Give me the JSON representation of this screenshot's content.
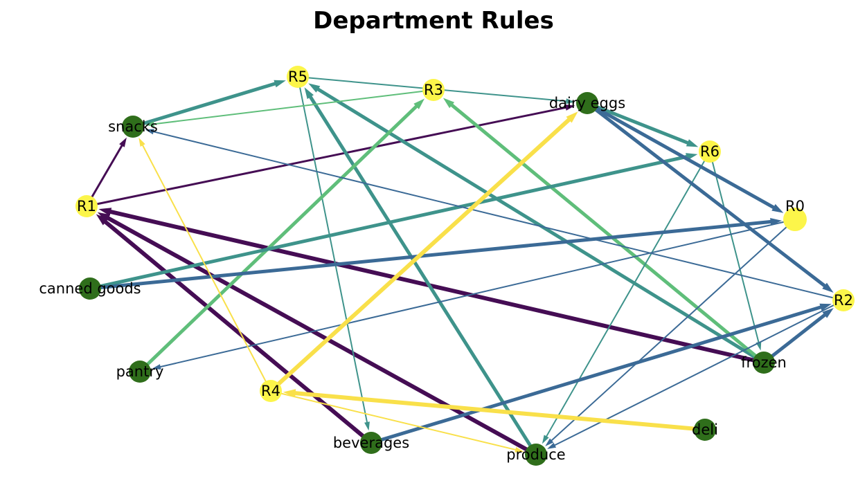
{
  "title": "Department Rules",
  "colors": {
    "item_node": "#2f6e1b",
    "rule_node": "#fcf54a",
    "edge_palette": [
      "#450d54",
      "#3b6a96",
      "#3e938b",
      "#5fbe7a",
      "#f9e04a"
    ]
  },
  "nodes": [
    {
      "id": "snacks",
      "label": "snacks",
      "kind": "item"
    },
    {
      "id": "R1",
      "label": "R1",
      "kind": "rule"
    },
    {
      "id": "canned goods",
      "label": "canned goods",
      "kind": "item"
    },
    {
      "id": "pantry",
      "label": "pantry",
      "kind": "item"
    },
    {
      "id": "R4",
      "label": "R4",
      "kind": "rule"
    },
    {
      "id": "beverages",
      "label": "beverages",
      "kind": "item"
    },
    {
      "id": "produce",
      "label": "produce",
      "kind": "item"
    },
    {
      "id": "deli",
      "label": "deli",
      "kind": "item"
    },
    {
      "id": "frozen",
      "label": "frozen",
      "kind": "item"
    },
    {
      "id": "R2",
      "label": "R2",
      "kind": "rule"
    },
    {
      "id": "R0",
      "label": "R0",
      "kind": "rule"
    },
    {
      "id": "R6",
      "label": "R6",
      "kind": "rule"
    },
    {
      "id": "dairy eggs",
      "label": "dairy eggs",
      "kind": "item"
    },
    {
      "id": "R3",
      "label": "R3",
      "kind": "rule"
    },
    {
      "id": "R5",
      "label": "R5",
      "kind": "rule"
    }
  ],
  "edges": [
    {
      "from": "R1",
      "to": "snacks",
      "weight": 3,
      "color": "#450d54"
    },
    {
      "from": "R1",
      "to": "dairy eggs",
      "weight": 3,
      "color": "#450d54"
    },
    {
      "from": "frozen",
      "to": "R1",
      "weight": 6,
      "color": "#450d54"
    },
    {
      "from": "beverages",
      "to": "R1",
      "weight": 6,
      "color": "#450d54"
    },
    {
      "from": "produce",
      "to": "R1",
      "weight": 6,
      "color": "#450d54"
    },
    {
      "from": "snacks",
      "to": "R5",
      "weight": 5,
      "color": "#3e938b"
    },
    {
      "from": "R5",
      "to": "beverages",
      "weight": 2,
      "color": "#3e938b"
    },
    {
      "from": "R5",
      "to": "dairy eggs",
      "weight": 2,
      "color": "#3e938b"
    },
    {
      "from": "frozen",
      "to": "R5",
      "weight": 5,
      "color": "#3e938b"
    },
    {
      "from": "produce",
      "to": "R5",
      "weight": 5,
      "color": "#3e938b"
    },
    {
      "from": "R3",
      "to": "snacks",
      "weight": 2,
      "color": "#5fbe7a"
    },
    {
      "from": "pantry",
      "to": "R3",
      "weight": 5,
      "color": "#5fbe7a"
    },
    {
      "from": "frozen",
      "to": "R3",
      "weight": 5,
      "color": "#5fbe7a"
    },
    {
      "from": "dairy eggs",
      "to": "R6",
      "weight": 5,
      "color": "#3e938b"
    },
    {
      "from": "canned goods",
      "to": "R6",
      "weight": 5,
      "color": "#3e938b"
    },
    {
      "from": "R6",
      "to": "frozen",
      "weight": 2,
      "color": "#3e938b"
    },
    {
      "from": "R6",
      "to": "produce",
      "weight": 2,
      "color": "#3e938b"
    },
    {
      "from": "dairy eggs",
      "to": "R0",
      "weight": 5,
      "color": "#3b6a96"
    },
    {
      "from": "canned goods",
      "to": "R0",
      "weight": 5,
      "color": "#3b6a96"
    },
    {
      "from": "R0",
      "to": "pantry",
      "weight": 2,
      "color": "#3b6a96"
    },
    {
      "from": "R0",
      "to": "produce",
      "weight": 2,
      "color": "#3b6a96"
    },
    {
      "from": "dairy eggs",
      "to": "R2",
      "weight": 5,
      "color": "#3b6a96"
    },
    {
      "from": "frozen",
      "to": "R2",
      "weight": 5,
      "color": "#3b6a96"
    },
    {
      "from": "beverages",
      "to": "R2",
      "weight": 5,
      "color": "#3b6a96"
    },
    {
      "from": "R2",
      "to": "snacks",
      "weight": 2,
      "color": "#3b6a96"
    },
    {
      "from": "R2",
      "to": "produce",
      "weight": 2,
      "color": "#3b6a96"
    },
    {
      "from": "R4",
      "to": "snacks",
      "weight": 2,
      "color": "#f9e04a"
    },
    {
      "from": "R4",
      "to": "dairy eggs",
      "weight": 6,
      "color": "#f9e04a"
    },
    {
      "from": "deli",
      "to": "R4",
      "weight": 6,
      "color": "#f9e04a"
    },
    {
      "from": "R4",
      "to": "produce",
      "weight": 2,
      "color": "#f9e04a"
    }
  ]
}
